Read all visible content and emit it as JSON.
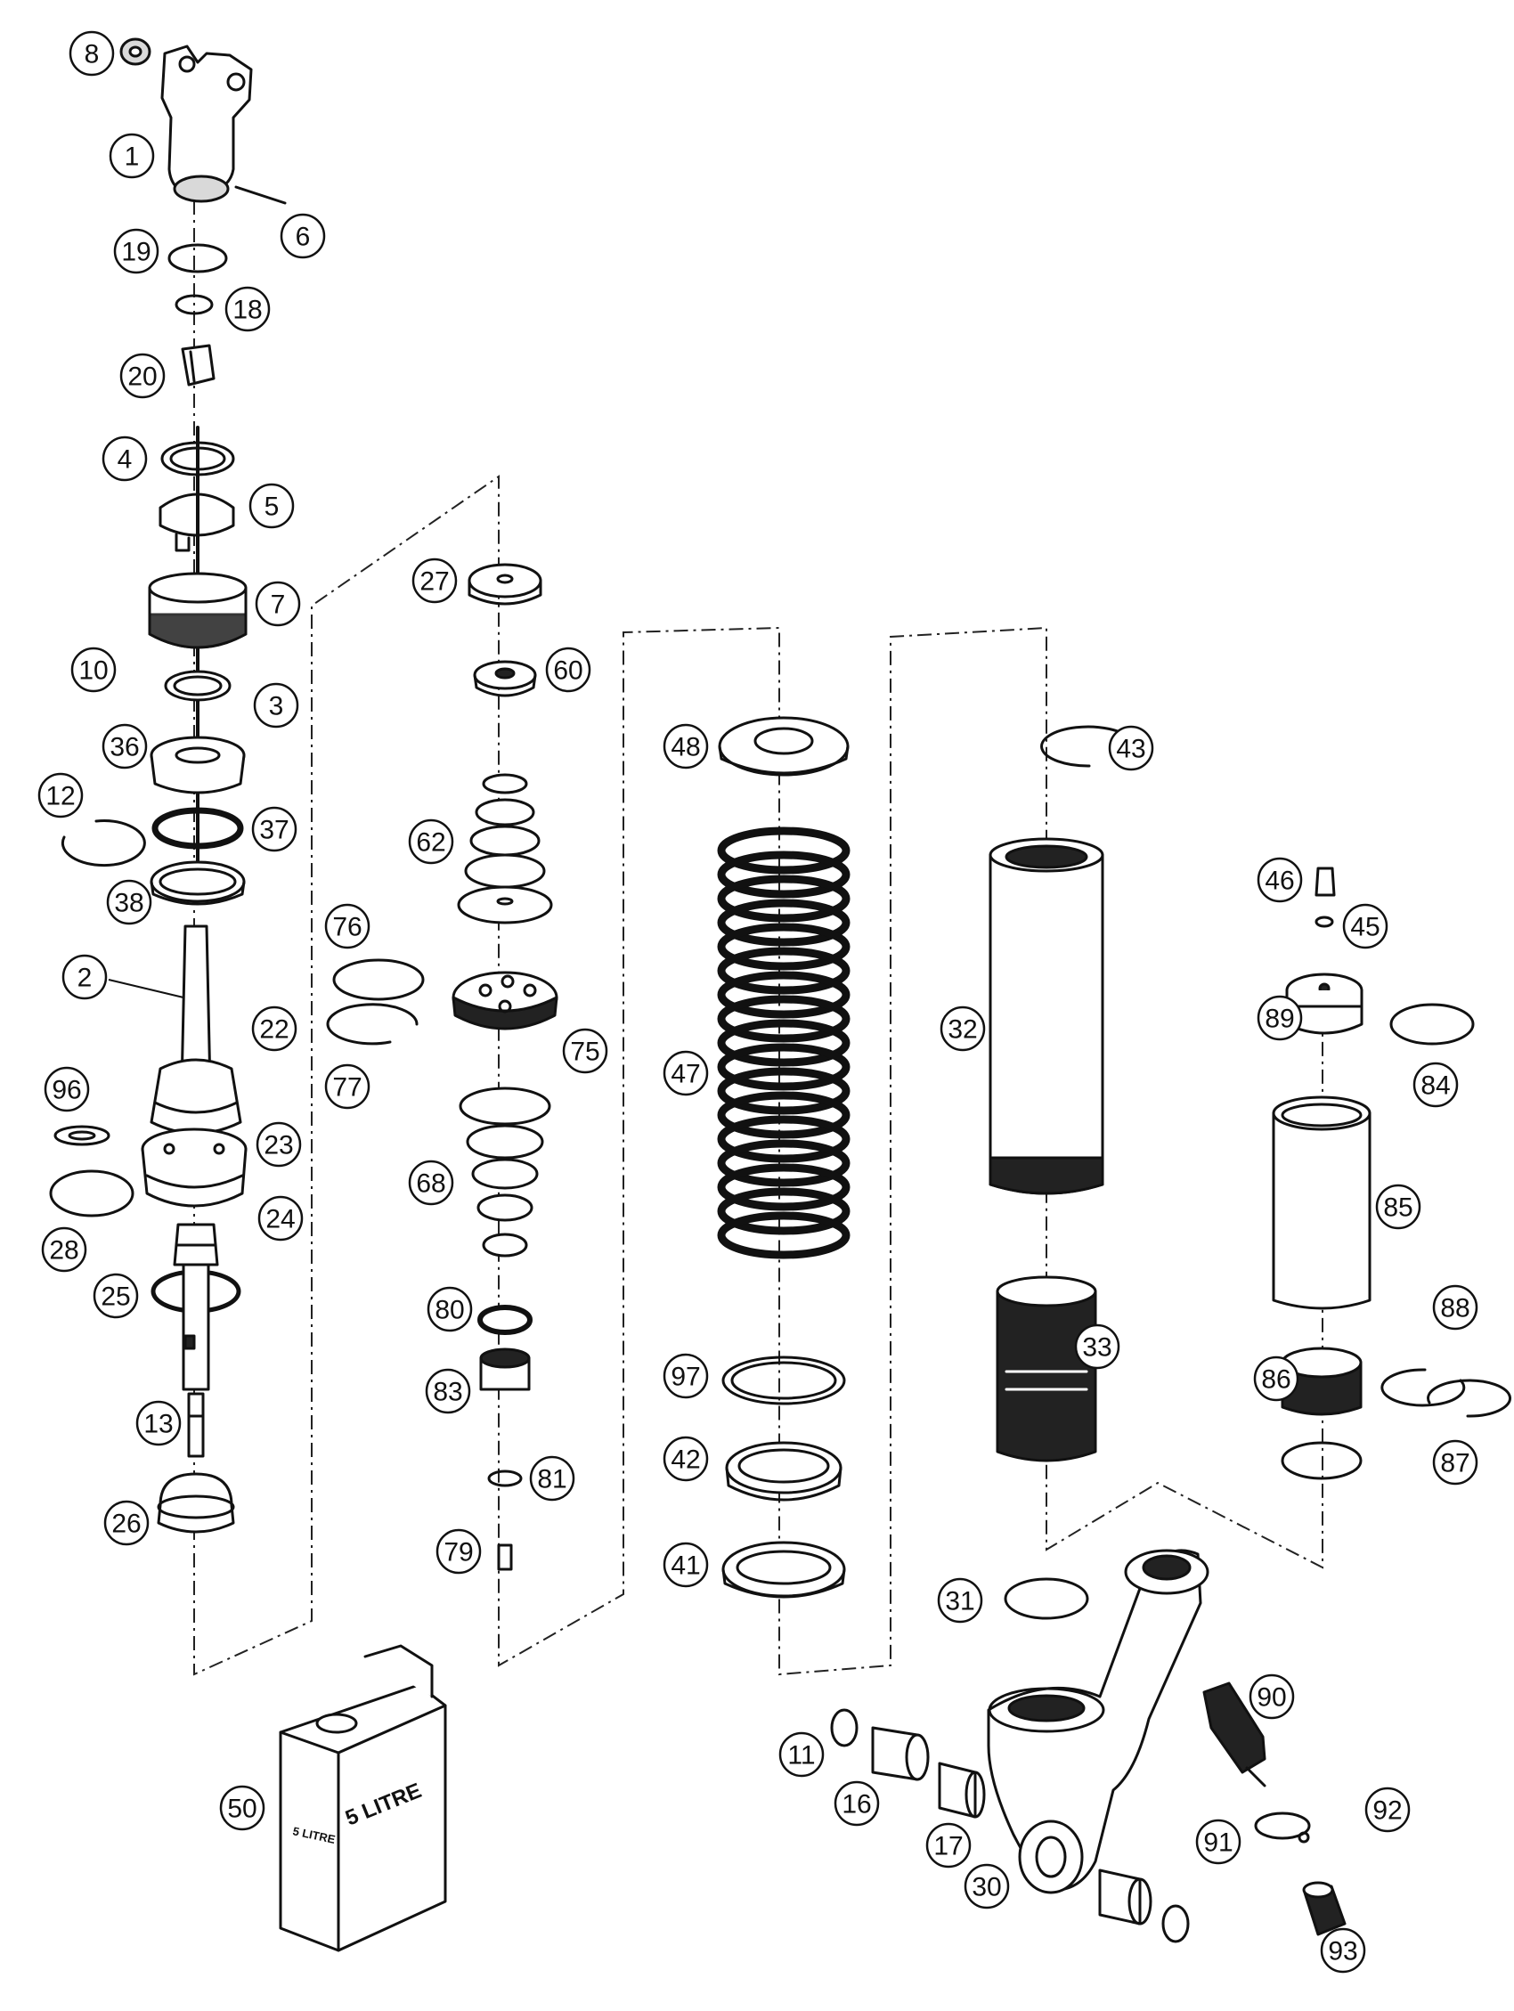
{
  "diagram": {
    "callouts": [
      "1",
      "2",
      "3",
      "4",
      "5",
      "6",
      "7",
      "8",
      "10",
      "11",
      "12",
      "13",
      "16",
      "17",
      "18",
      "19",
      "20",
      "22",
      "23",
      "24",
      "25",
      "26",
      "27",
      "28",
      "30",
      "31",
      "32",
      "33",
      "36",
      "37",
      "38",
      "41",
      "42",
      "43",
      "45",
      "46",
      "47",
      "48",
      "50",
      "60",
      "62",
      "68",
      "75",
      "76",
      "77",
      "79",
      "80",
      "81",
      "83",
      "84",
      "85",
      "86",
      "87",
      "88",
      "89",
      "90",
      "91",
      "92",
      "93",
      "96",
      "97"
    ],
    "can_label_large": "5 LITRE",
    "can_label_small": "5 LITRE"
  }
}
